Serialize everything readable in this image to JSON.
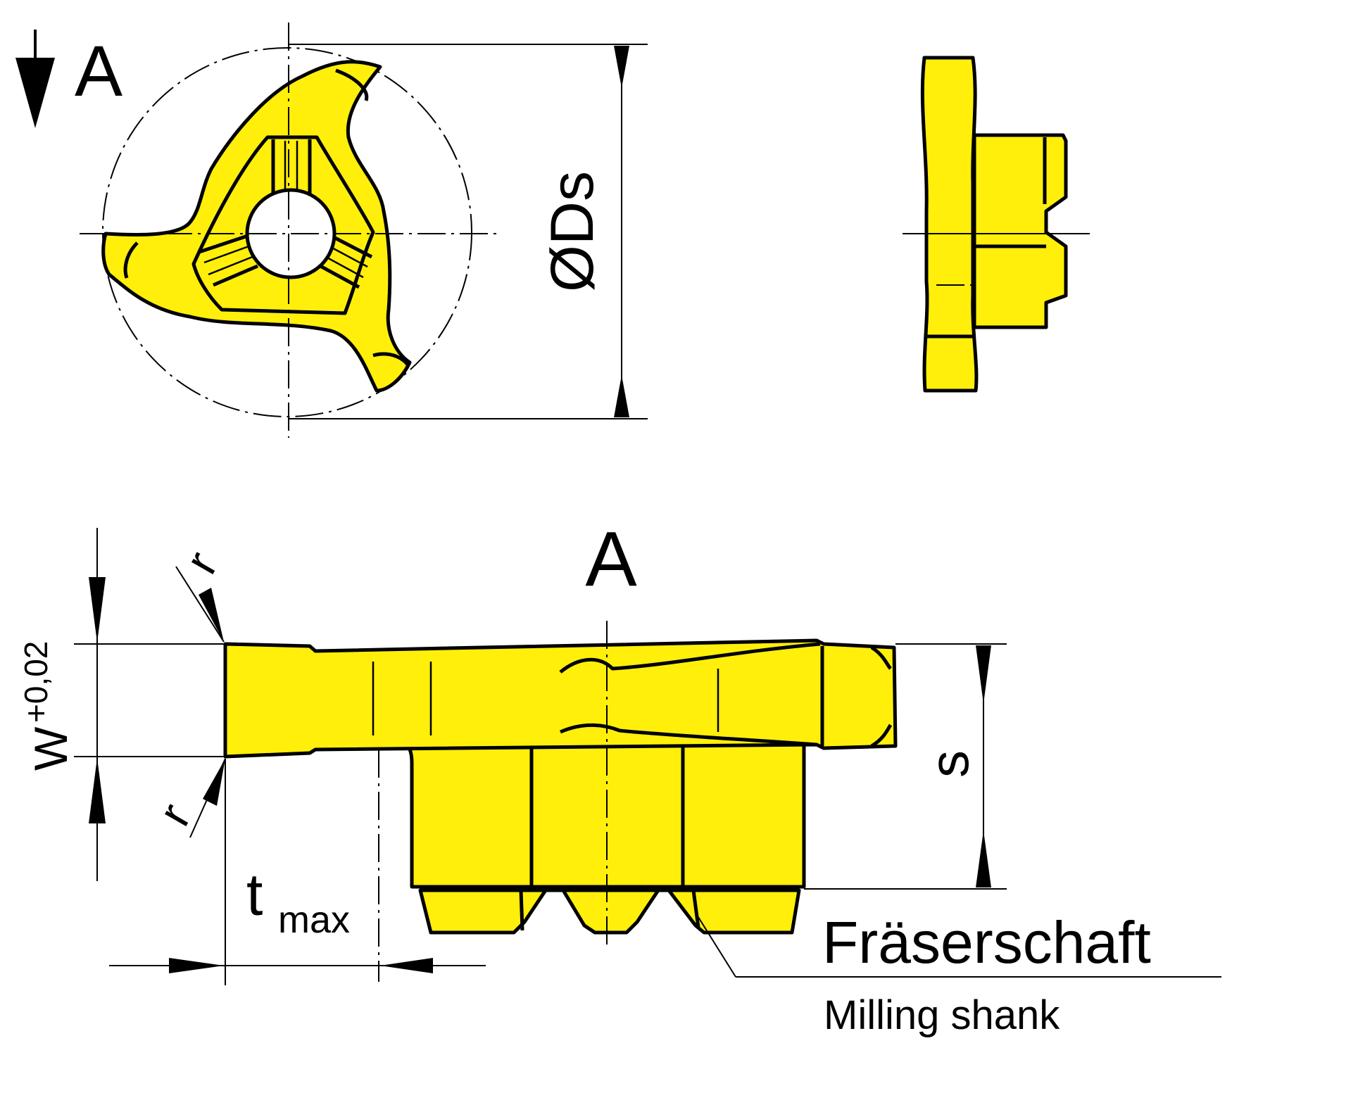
{
  "labels": {
    "view_marker": "A",
    "view_title": "A",
    "diameter": "ØDs",
    "width": "W",
    "width_tolerance": "+0,02",
    "radius_top": "r",
    "radius_bottom": "r",
    "depth_main": "t",
    "depth_sub": "max",
    "shank_height": "s",
    "shank_label_de": "Fräserschaft",
    "shank_label_en": "Milling shank"
  },
  "colors": {
    "part_fill": "#ffef0a",
    "outline": "#000000",
    "background": "#ffffff"
  }
}
